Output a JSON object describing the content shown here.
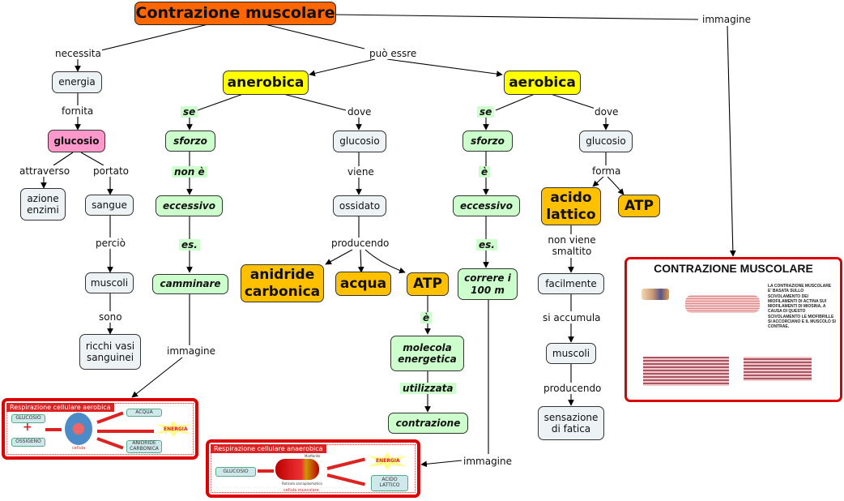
{
  "nodes": {
    "root": "Contrazione muscolare",
    "energia": "energia",
    "glucosio_main": "glucosio",
    "azione_enzimi": "azione enzimi",
    "sangue": "sangue",
    "muscoli_left": "muscoli",
    "ricchi_vasi": "ricchi vasi sanguinei",
    "anerobica": "anerobica",
    "aerobica": "aerobica",
    "sforzo_an": "sforzo",
    "eccessivo_an": "eccessivo",
    "camminare": "camminare",
    "glucosio_an": "glucosio",
    "ossidato": "ossidato",
    "anidride": "anidride carbonica",
    "acqua": "acqua",
    "atp_an": "ATP",
    "molecola": "molecola energetica",
    "contrazione": "contrazione",
    "sforzo_ae": "sforzo",
    "eccessivo_ae": "eccessivo",
    "correre": "correre i 100 m",
    "glucosio_ae": "glucosio",
    "acido_lattico": "acido lattico",
    "atp_ae": "ATP",
    "facilmente": "facilmente",
    "muscoli_right": "muscoli",
    "sensazione": "sensazione di fatica"
  },
  "links": {
    "necessita": "necessita",
    "puo_essre": "può essre",
    "immagine_top": "immagine",
    "fornita": "fornita",
    "attraverso": "attraverso",
    "portato": "portato",
    "percio": "perciò",
    "sono": "sono",
    "se_an": "se",
    "non_e": "non è",
    "es_an": "es.",
    "immagine_left": "immagine",
    "dove_an": "dove",
    "viene": "viene",
    "producendo_an": "producendo",
    "e_atp": "è",
    "utilizzata": "utilizzata",
    "se_ae": "se",
    "e_ae": "è",
    "es_ae": "es.",
    "immagine_bottom": "immagine",
    "dove_ae": "dove",
    "forma": "forma",
    "non_viene": "non viene smaltito",
    "si_accumula": "si accumula",
    "producendo_ae": "producendo"
  },
  "images": {
    "aerobic": {
      "title": "Respirazione cellulare aerobica",
      "inputs": [
        "GLUCOSIO",
        "OSSIGENO"
      ],
      "plus": "+",
      "cell": "cellula",
      "outputs": [
        "ACQUA",
        "ENERGIA",
        "ANIDRIDE CARBONICA"
      ]
    },
    "anaerobic": {
      "title": "Respirazione cellulare anaerobica",
      "input": "GLUCOSIO",
      "cell": "cellula muscolare",
      "labels": [
        "Miofibrille",
        "Reticolo sarcoplasmatico"
      ],
      "outputs": [
        "ENERGIA",
        "ACIDO LATTICO"
      ]
    },
    "contraction": {
      "title": "CONTRAZIONE MUSCOLARE",
      "text": "LA CONTRAZIONE MUSCOLARE E' BASATA SULLO SCIVOLAMENTO DEI MIOFILAMENTI DI ACTINA SUI MIOFILAMENTI DI MIOSINA, A CAUSA DI QUESTO SCIVOLAMENTO LE MIOFIBRILLE SI ACCORCIANO E IL MUSCOLO SI CONTRAE."
    }
  },
  "colors": {
    "root": "#ff6600",
    "yellow": "#ffff00",
    "orange": "#ffc000",
    "green": "#ccffcc",
    "pink": "#ff99cc",
    "plain": "#edf2f4",
    "image_border": "#dd0000"
  }
}
